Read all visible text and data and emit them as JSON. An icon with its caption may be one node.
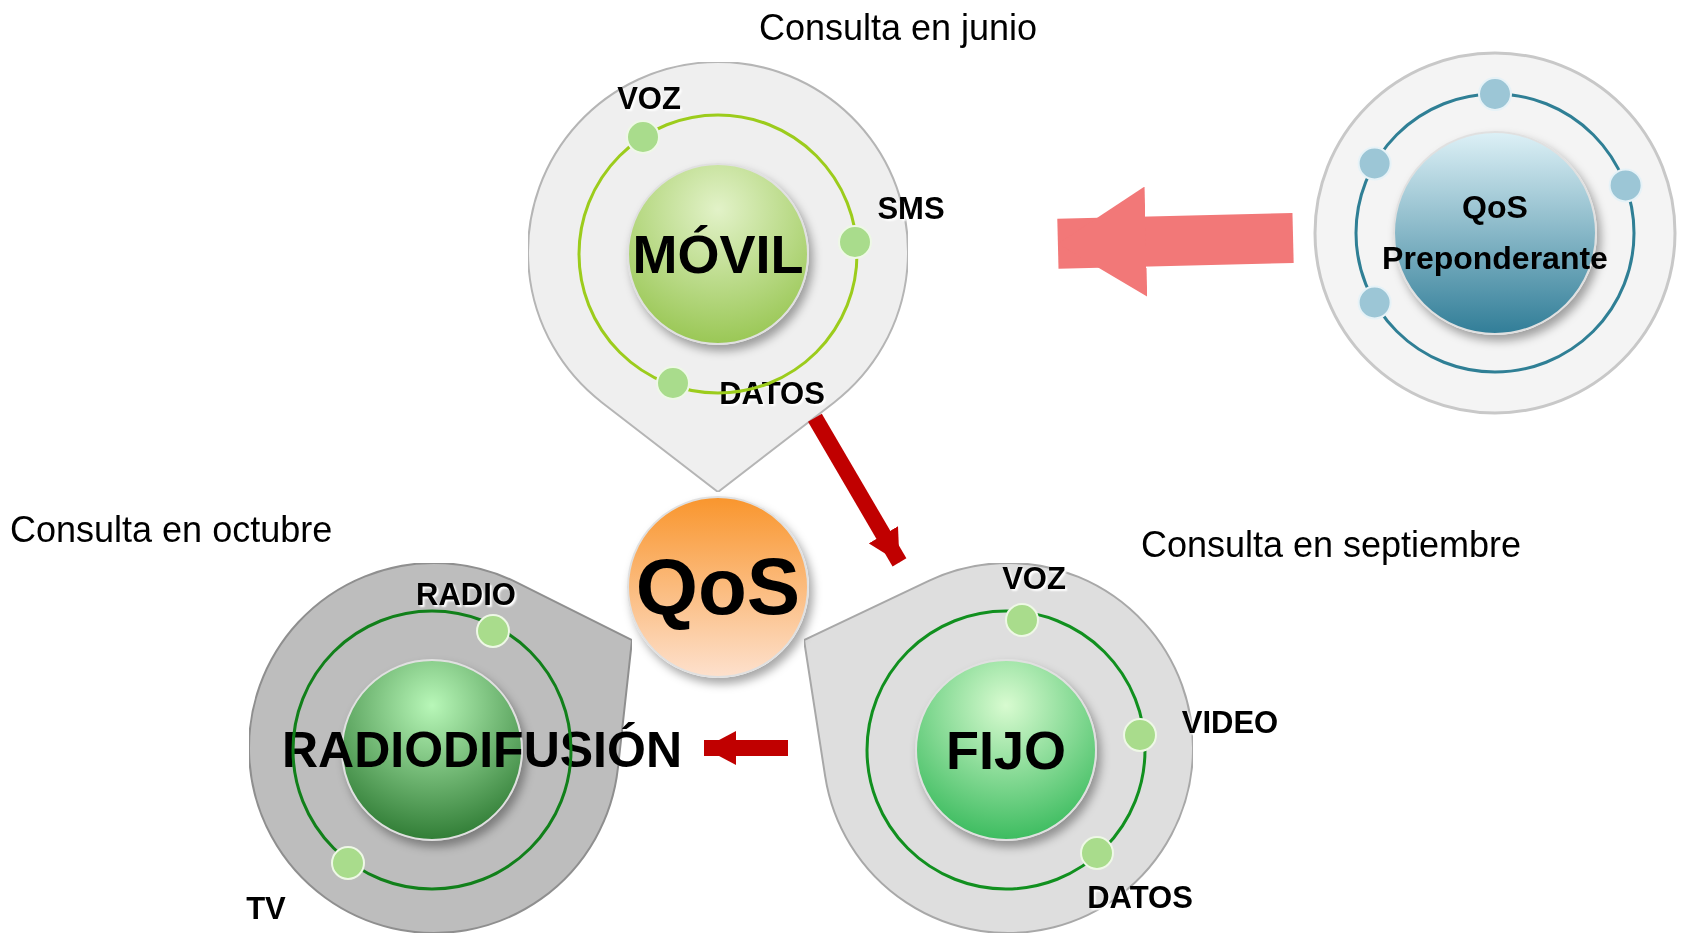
{
  "diagram": {
    "nodes": [
      {
        "text": [
          "Consulta en junio"
        ]
      },
      {
        "text": [
          "MÓVIL"
        ],
        "in": 0
      },
      {
        "text": [
          "VOZ"
        ],
        "in": 0
      },
      {
        "text": [
          "SMS"
        ]
      },
      {
        "text": [
          "DATOS"
        ],
        "in": 0
      },
      {
        "text": [
          "Consulta en septiembre"
        ]
      },
      {
        "text": [
          "FIJO"
        ],
        "in": 5
      },
      {
        "text": [
          "VOZ"
        ],
        "in": 5
      },
      {
        "text": [
          "VIDEO"
        ]
      },
      {
        "text": [
          "DATOS"
        ],
        "in": 5
      },
      {
        "text": [
          "Consulta en octubre"
        ]
      },
      {
        "text": [
          "RADIODIFUSIÓN"
        ],
        "in": 10
      },
      {
        "text": [
          "RADIO"
        ],
        "in": 10
      },
      {
        "text": [
          "TV"
        ],
        "in": 10
      },
      {
        "text": [
          "QoS"
        ]
      },
      {
        "text": [],
        "shape": "circle"
      },
      {
        "text": [
          "QoS Preponderante"
        ],
        "in": 15
      }
    ],
    "edges": [
      {
        "from": 0,
        "to": 5,
        "arrow": "to"
      },
      {
        "from": 5,
        "to": 10,
        "arrow": "to"
      },
      {
        "from": 15,
        "to": 0,
        "arrow": "to",
        "style": "thick",
        "color": "#f27878"
      }
    ]
  }
}
